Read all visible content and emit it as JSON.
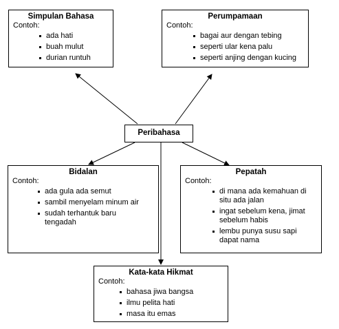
{
  "center": {
    "title": "Peribahasa"
  },
  "boxes": {
    "simpulan": {
      "title": "Simpulan Bahasa",
      "label": "Contoh:",
      "items": [
        "ada hati",
        "buah mulut",
        "durian runtuh"
      ]
    },
    "perumpamaan": {
      "title": "Perumpamaan",
      "label": "Contoh:",
      "items": [
        "bagai aur dengan tebing",
        "seperti ular kena palu",
        "seperti anjing dengan kucing"
      ]
    },
    "bidalan": {
      "title": "Bidalan",
      "label": "Contoh:",
      "items": [
        "ada gula ada semut",
        "sambil menyelam minum air",
        "sudah terhantuk baru tengadah"
      ]
    },
    "pepatah": {
      "title": "Pepatah",
      "label": "Contoh:",
      "items": [
        "di mana ada kemahuan di situ ada jalan",
        "ingat sebelum kena, jimat sebelum habis",
        "lembu punya susu sapi dapat nama"
      ]
    },
    "katakata": {
      "title": "Kata-kata Hikmat",
      "label": "Contoh:",
      "items": [
        "bahasa jiwa bangsa",
        "ilmu pelita hati",
        "masa itu emas"
      ]
    }
  }
}
